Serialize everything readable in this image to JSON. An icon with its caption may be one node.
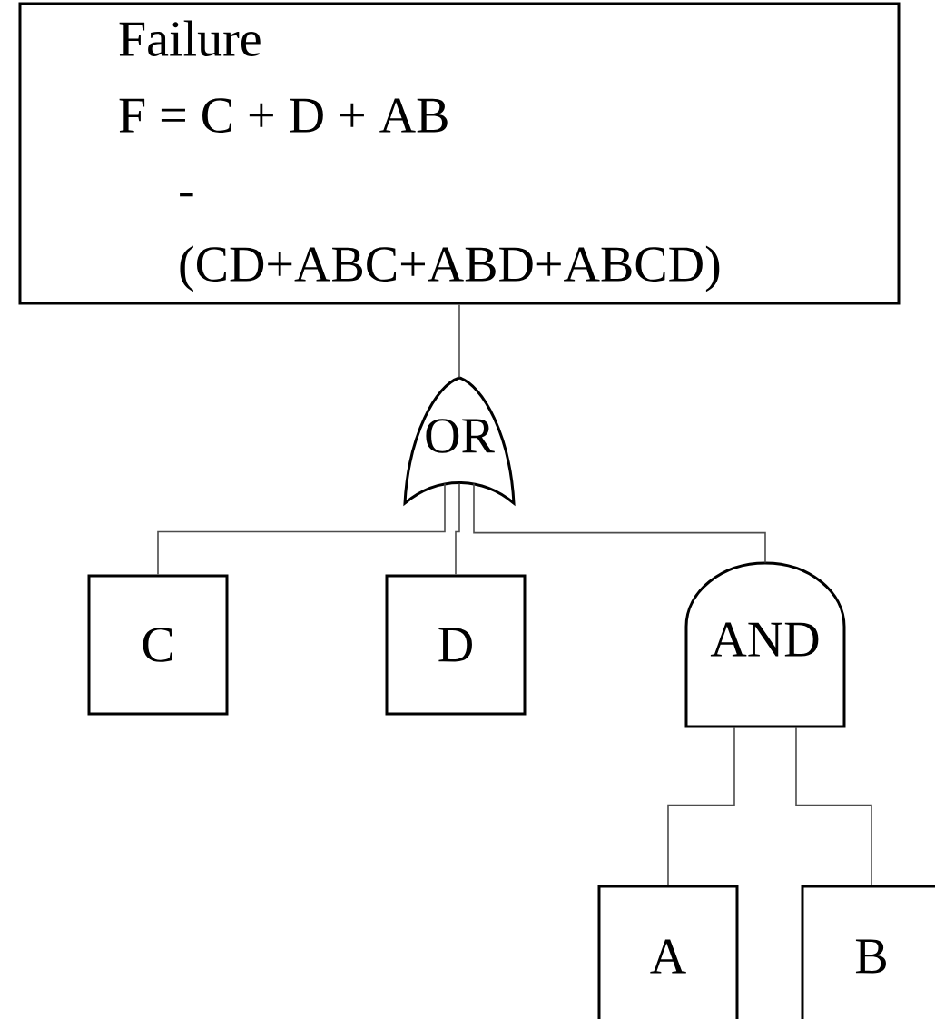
{
  "diagram": {
    "nodes": [
      {
        "text": [
          "Failure",
          "F = C + D + AB - (CD+ABC+ABD+ABCD)"
        ]
      },
      {
        "text": [
          "OR"
        ]
      },
      {
        "text": [
          "C"
        ]
      },
      {
        "text": [
          "D"
        ]
      },
      {
        "text": [
          "AND"
        ]
      },
      {
        "text": [
          "A"
        ]
      },
      {
        "text": [
          "B"
        ]
      }
    ],
    "edges": [
      {
        "from": 0,
        "to": 1,
        "arrow": "none"
      },
      {
        "from": 1,
        "to": 2,
        "arrow": "none"
      },
      {
        "from": 1,
        "to": 3,
        "arrow": "none"
      },
      {
        "from": 1,
        "to": 4,
        "arrow": "none"
      },
      {
        "from": 4,
        "to": 5,
        "arrow": "none"
      },
      {
        "from": 4,
        "to": 6,
        "arrow": "none"
      }
    ]
  }
}
